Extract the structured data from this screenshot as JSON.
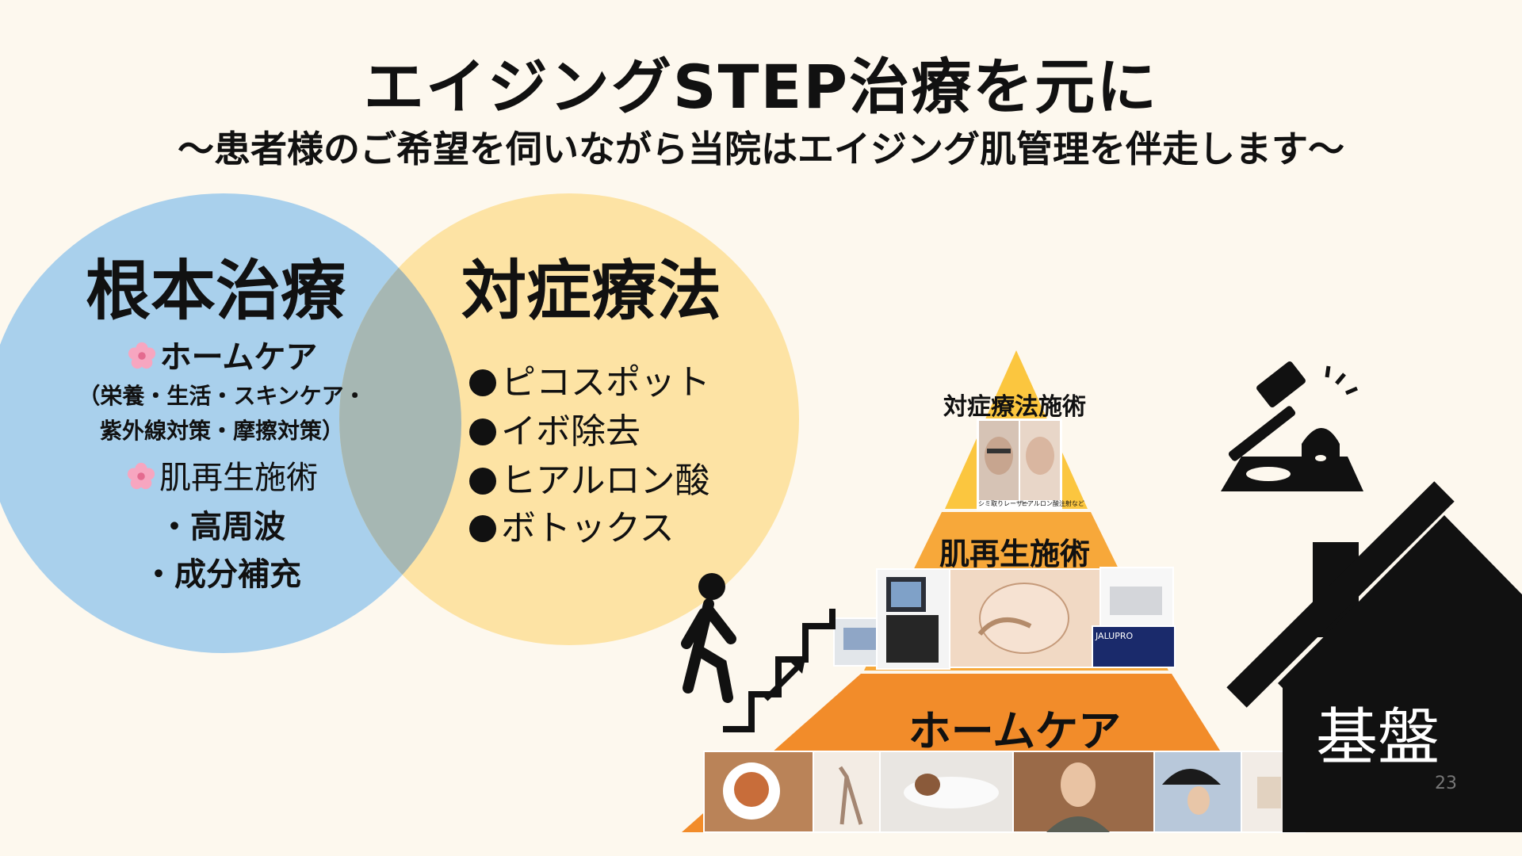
{
  "header": {
    "title": "エイジングSTEP治療を元に",
    "subtitle": "〜患者様のご希望を伺いながら当院はエイジング肌管理を伴走します〜"
  },
  "left_circle": {
    "heading": "根本治療",
    "items": {
      "home_care": "ホームケア",
      "home_care_detail_1": "（栄養・生活・スキンケア・",
      "home_care_detail_2": "紫外線対策・摩擦対策）",
      "skin_regen": "肌再生施術",
      "hifu": "・高周波",
      "supplement": "・成分補充"
    },
    "icon": "cherry-blossom-icon",
    "color": "#a9d0ec"
  },
  "right_circle": {
    "heading": "対症療法",
    "items": [
      "ピコスポット",
      "イボ除去",
      "ヒアルロン酸",
      "ボトックス"
    ],
    "bullet_icon": "black-circle-bullet",
    "color": "#fde3a4"
  },
  "pyramid": {
    "top_label": "対症療法施術",
    "middle_label": "肌再生施術",
    "base_label": "ホームケア",
    "top_photo_captions": [
      "シミ取りレーザー",
      "ヒアルロン酸注射など"
    ],
    "device_box_text": "JALUPRO",
    "colors": {
      "top": "#fbc63f",
      "middle": "#f7a83a",
      "base": "#f28c2a"
    }
  },
  "icons": {
    "climber": "person-climbing-stairs-icon",
    "whack": "whack-a-mole-hammer-icon",
    "house": "house-icon"
  },
  "house": {
    "label": "基盤"
  },
  "page_number": "23"
}
